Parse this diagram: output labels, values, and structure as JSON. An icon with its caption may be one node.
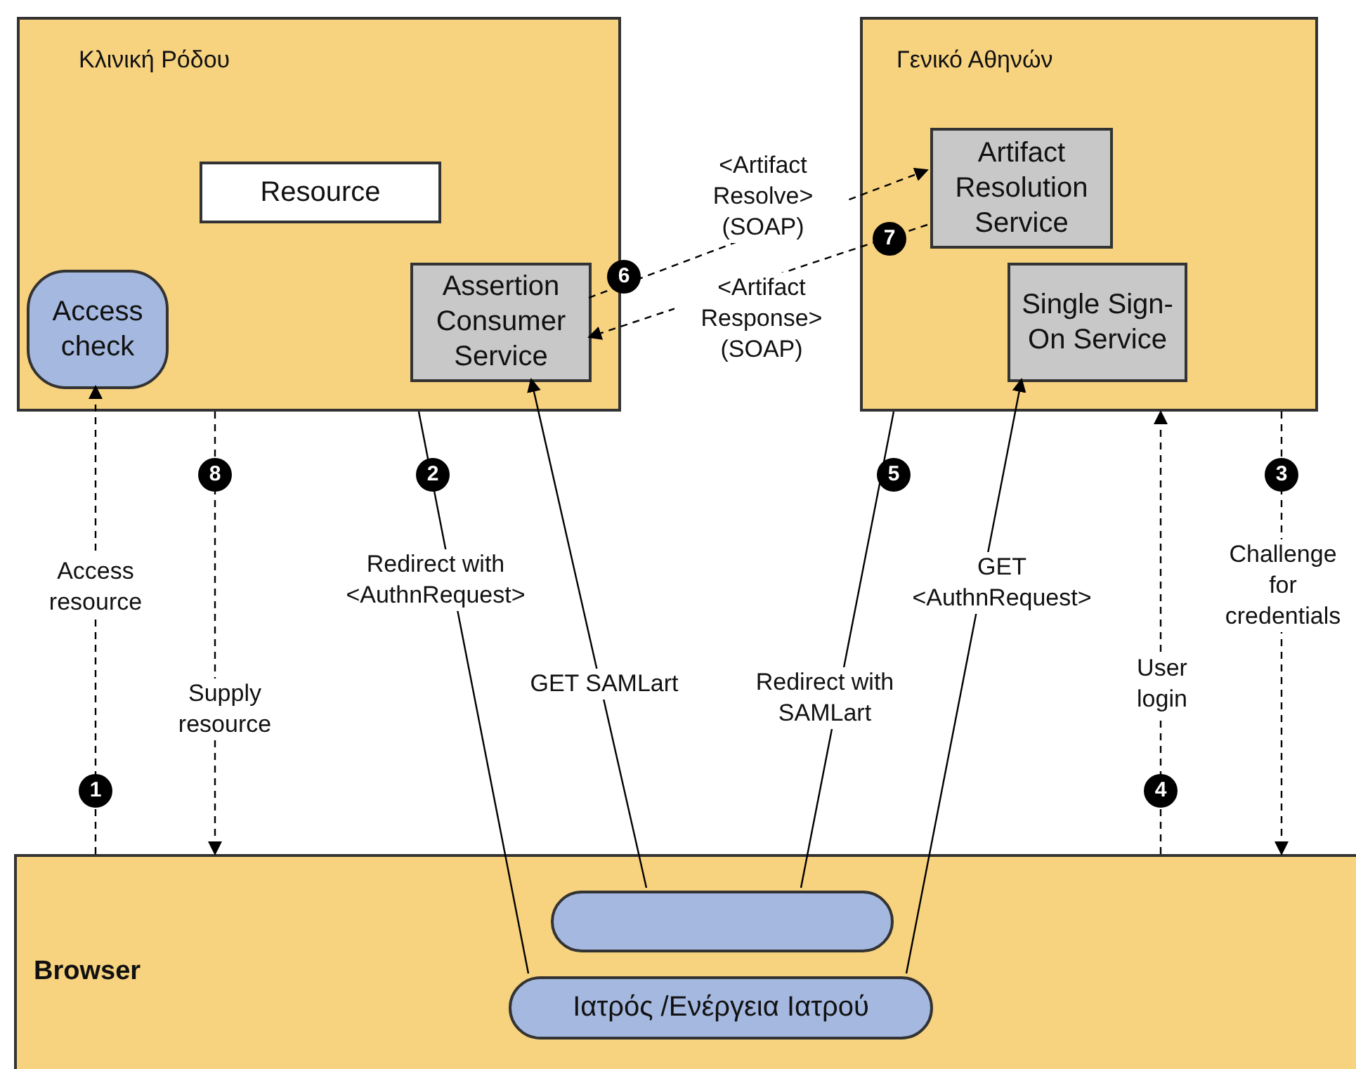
{
  "diagram": {
    "nodes": [
      {
        "text": [
          "Κλινική Ρόδου"
        ]
      },
      {
        "text": [
          "Resource"
        ],
        "in": 0
      },
      {
        "text": [
          "Access check"
        ],
        "in": 0
      },
      {
        "text": [
          "Assertion Consumer Service"
        ],
        "in": 0
      },
      {
        "text": [
          "Γενικό Αθηνών"
        ]
      },
      {
        "text": [
          "Artifact Resolution Service"
        ],
        "in": 4
      },
      {
        "text": [
          "Single Sign-On Service"
        ],
        "in": 4
      },
      {
        "text": [
          "Browser"
        ]
      },
      {
        "text": [],
        "shape": "box",
        "in": 7
      },
      {
        "text": [
          "Ιατρός /Ενέργεια Ιατρού"
        ],
        "in": 7
      }
    ],
    "edges": [
      {
        "from": 7,
        "to": 2,
        "arrow": "to",
        "label": "Access resource",
        "style": "dashed"
      },
      {
        "from": 0,
        "to": 9,
        "arrow": "none",
        "label": "Redirect with <AuthnRequest>"
      },
      {
        "from": 9,
        "to": 6,
        "arrow": "to",
        "label": "GET <AuthnRequest>"
      },
      {
        "from": 4,
        "to": 8,
        "arrow": "none",
        "label": "Redirect with SAMLart"
      },
      {
        "from": 8,
        "to": 3,
        "arrow": "to",
        "label": "GET SAMLart"
      },
      {
        "from": 4,
        "to": 7,
        "arrow": "to",
        "label": "Challenge for credentials",
        "style": "dashed"
      },
      {
        "from": 7,
        "to": 4,
        "arrow": "to",
        "label": "User login",
        "style": "dashed"
      },
      {
        "from": 0,
        "to": 7,
        "arrow": "to",
        "label": "Supply resource",
        "style": "dashed"
      },
      {
        "from": 3,
        "to": 5,
        "arrow": "to",
        "label": "<Artifact Resolve> (SOAP)",
        "style": "dashed"
      },
      {
        "from": 5,
        "to": 3,
        "arrow": "to",
        "label": "<Artifact Response> (SOAP)",
        "style": "dashed"
      }
    ],
    "labels": [
      "7",
      "6",
      "8",
      "2",
      "5",
      "3",
      "1",
      "4"
    ]
  }
}
